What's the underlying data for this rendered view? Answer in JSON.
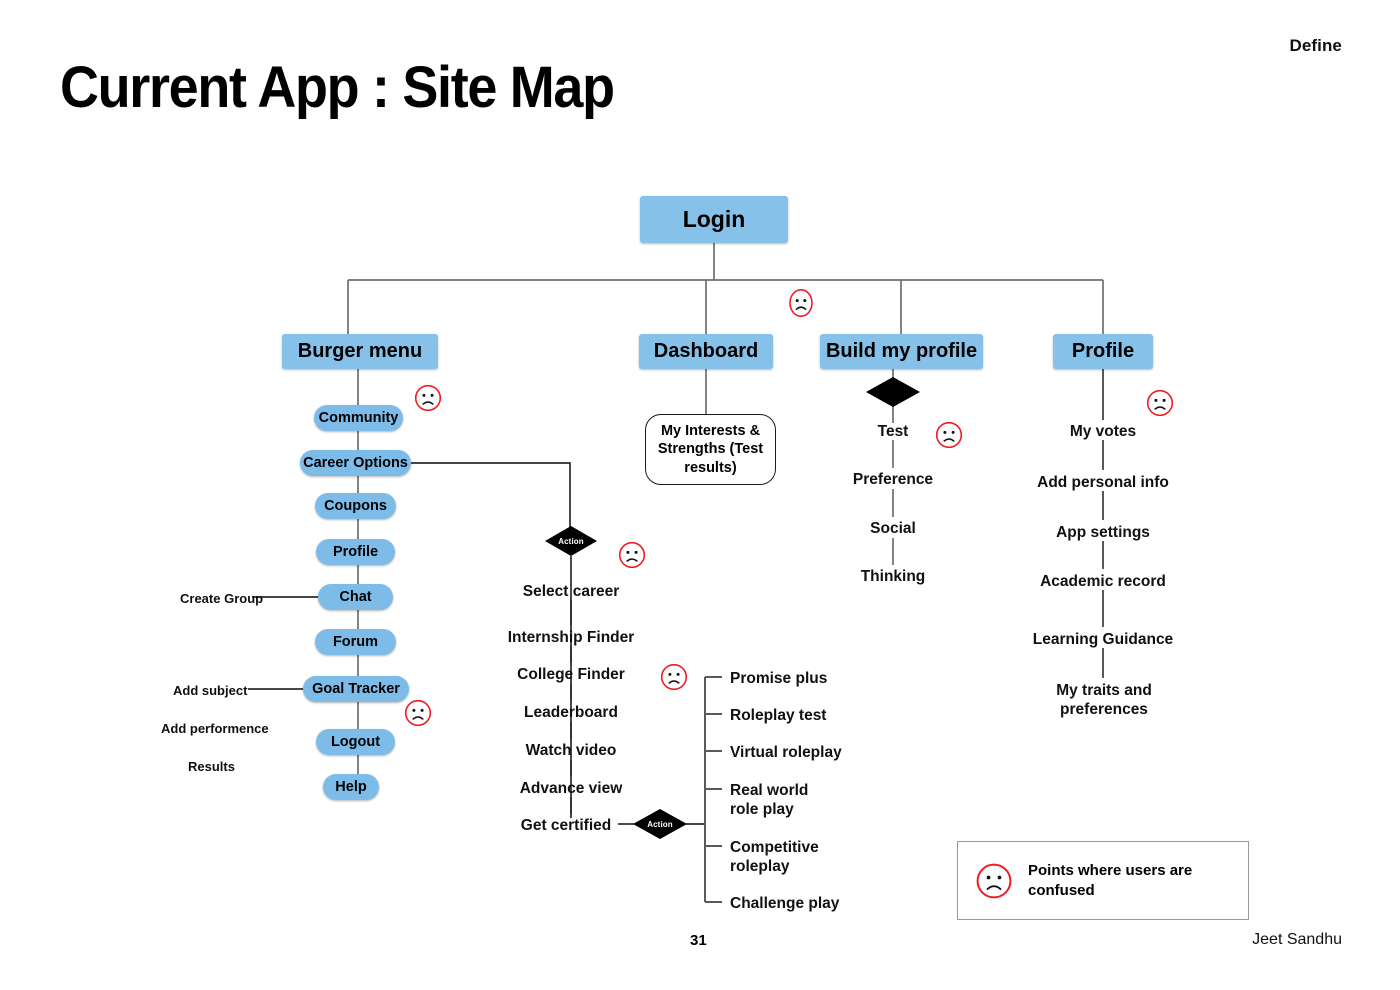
{
  "header": {
    "section_label": "Define",
    "title": "Current App : Site Map"
  },
  "footer": {
    "page_number": "31",
    "author": "Jeet Sandhu"
  },
  "legend": {
    "icon": "sad-face-icon",
    "text": "Points where users are confused"
  },
  "root": {
    "label": "Login"
  },
  "branches": {
    "burger_menu": {
      "label": "Burger menu"
    },
    "dashboard": {
      "label": "Dashboard"
    },
    "build_my_profile": {
      "label": "Build my profile"
    },
    "profile": {
      "label": "Profile"
    }
  },
  "burger_menu_items": [
    {
      "label": "Community"
    },
    {
      "label": "Career Options"
    },
    {
      "label": "Coupons"
    },
    {
      "label": "Profile"
    },
    {
      "label": "Chat"
    },
    {
      "label": "Forum"
    },
    {
      "label": "Goal Tracker"
    },
    {
      "label": "Logout"
    },
    {
      "label": "Help"
    }
  ],
  "side_labels": [
    {
      "label": "Create Group"
    },
    {
      "label": "Add subject"
    },
    {
      "label": "Add performence"
    },
    {
      "label": "Results"
    }
  ],
  "dashboard_callout": {
    "label": "My Interests & Strengths (Test results)"
  },
  "build_profile_items": [
    {
      "label": "Test"
    },
    {
      "label": "Preference"
    },
    {
      "label": "Social"
    },
    {
      "label": "Thinking"
    }
  ],
  "profile_items": [
    {
      "label": "My votes"
    },
    {
      "label": "Add personal info"
    },
    {
      "label": "App settings"
    },
    {
      "label": "Academic record"
    },
    {
      "label": "Learning Guidance"
    },
    {
      "label": "My traits and preferences"
    }
  ],
  "career_items": [
    {
      "label": "Select career"
    },
    {
      "label": "Internship Finder"
    },
    {
      "label": "College Finder"
    },
    {
      "label": "Leaderboard"
    },
    {
      "label": "Watch video"
    },
    {
      "label": "Advance view"
    },
    {
      "label": "Get certified"
    }
  ],
  "roleplay_items": [
    {
      "label": "Promise plus"
    },
    {
      "label": "Roleplay test"
    },
    {
      "label": "Virtual roleplay"
    },
    {
      "label": "Real world role play"
    },
    {
      "label": "Competitive roleplay"
    },
    {
      "label": "Challenge play"
    }
  ],
  "action_nodes": [
    {
      "label": "Action"
    },
    {
      "label": "Action"
    }
  ],
  "colors": {
    "node_blue": "#85c1e9",
    "pill_blue": "#7dbce9",
    "edge_gray": "#6f6f6f",
    "confusion_red": "#ee1c24",
    "action_black": "#000000"
  }
}
